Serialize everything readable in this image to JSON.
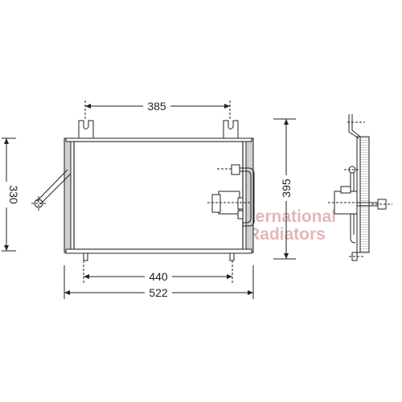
{
  "dimensions": {
    "top_width": "385",
    "left_height": "330",
    "right_height": "395",
    "bottom_inner": "440",
    "bottom_overall": "522"
  },
  "watermark": {
    "line1": "International",
    "line2": "Radiators",
    "color": "#e5b6b6"
  },
  "colors": {
    "line": "#222222",
    "fin": "#9a9a9a",
    "tank": "#cfcfcf"
  }
}
